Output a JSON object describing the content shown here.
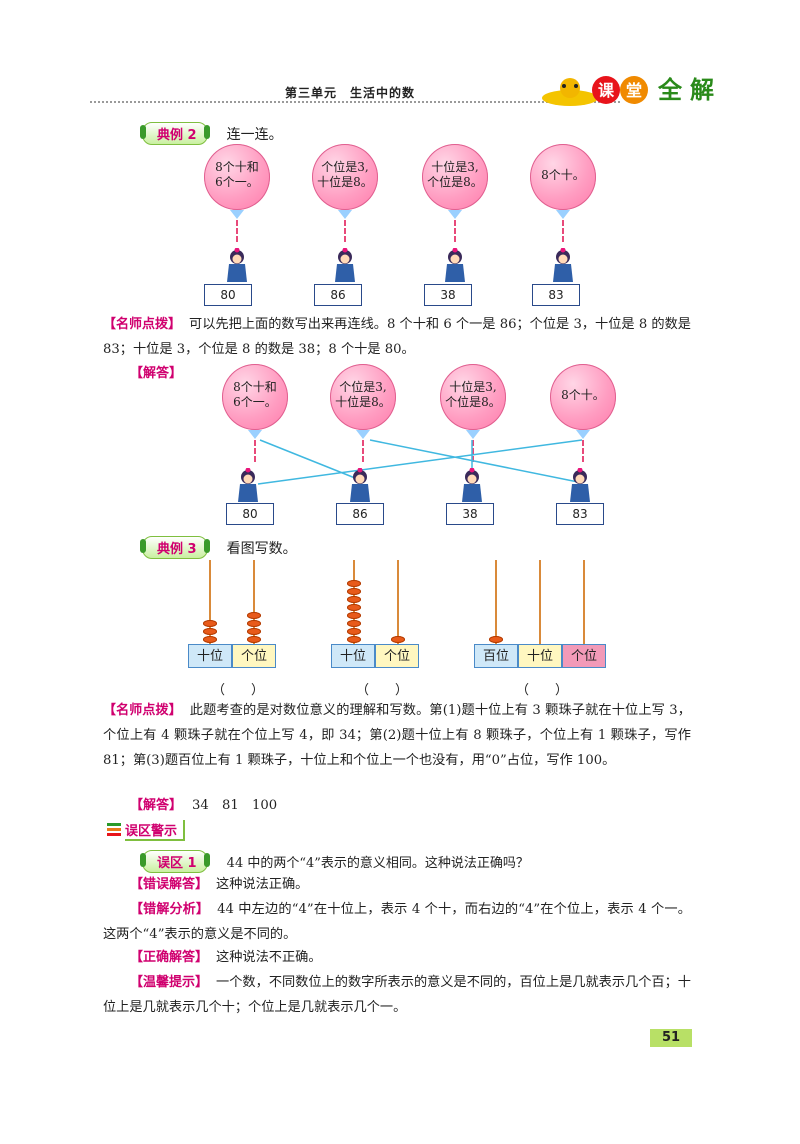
{
  "header": {
    "unit_title": "第三单元　生活中的数",
    "logo_text": [
      "课",
      "堂",
      "全",
      "解"
    ]
  },
  "example2": {
    "tag": "典例 2",
    "question": "连一连。",
    "balloons": [
      "8个十和6个一。",
      "个位是3，十位是8。",
      "十位是3，个位是8。",
      "8个十。"
    ],
    "balloon_lines": [
      [
        "8个十和",
        "6个一。"
      ],
      [
        "个位是3,",
        "十位是8。"
      ],
      [
        "十位是3,",
        "个位是8。"
      ],
      [
        "8个十。"
      ]
    ],
    "numbers": [
      "80",
      "86",
      "38",
      "83"
    ],
    "tip_label": "【名师点拨】",
    "tip_text": "可以先把上面的数写出来再连线。8 个十和 6 个一是 86；个位是 3，十位是 8 的数是 83；十位是 3，个位是 8 的数是 38；8 个十是 80。",
    "answer_label": "【解答】"
  },
  "example3": {
    "tag": "典例 3",
    "question": "看图写数。",
    "abacus": [
      {
        "labels": [
          "十位",
          "个位"
        ],
        "beads": [
          3,
          4
        ]
      },
      {
        "labels": [
          "十位",
          "个位"
        ],
        "beads": [
          8,
          1
        ]
      },
      {
        "labels": [
          "百位",
          "十位",
          "个位"
        ],
        "beads": [
          1,
          0,
          0
        ]
      }
    ],
    "blanks": [
      "（　　）",
      "（　　）",
      "（　　）"
    ],
    "tip_label": "【名师点拨】",
    "tip_text": "此题考查的是对数位意义的理解和写数。第(1)题十位上有 3 颗珠子就在十位上写 3，个位上有 4 颗珠子就在个位上写 4，即 34；第(2)题十位上有 8 颗珠子，个位上有 1 颗珠子，写作 81；第(3)题百位上有 1 颗珠子，十位上和个位上一个也没有，用“0”占位，写作 100。",
    "answer_label": "【解答】",
    "answer_text": "34　81　100"
  },
  "warning": {
    "section_title": "误区警示",
    "tag": "误区 1",
    "question": "44 中的两个“4”表示的意义相同。这种说法正确吗？",
    "wrong_label": "【错误解答】",
    "wrong_text": "这种说法正确。",
    "analysis_label": "【错解分析】",
    "analysis_text": "44 中左边的“4”在十位上，表示 4 个十，而右边的“4”在个位上，表示 4 个一。这两个“4”表示的意义是不同的。",
    "correct_label": "【正确解答】",
    "correct_text": "这种说法不正确。",
    "hint_label": "【温馨提示】",
    "hint_text": "一个数，不同数位上的数字所表示的意义是不同的，百位上是几就表示几个百；十位上是几就表示几个十；个位上是几就表示几个一。"
  },
  "page_number": "51"
}
